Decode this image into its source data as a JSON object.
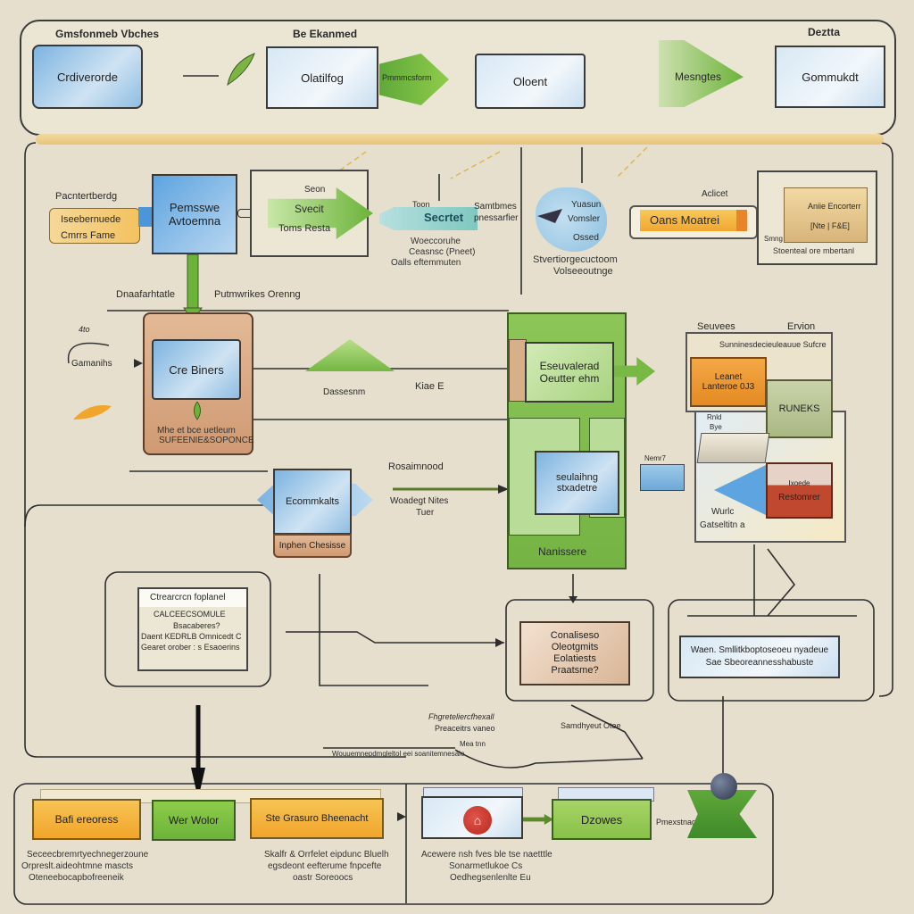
{
  "top_band": {
    "headings": [
      "Gmsfonmeb Vbches",
      "Be Ekanmed",
      "Deztta"
    ],
    "boxes": [
      "Crdiverorde",
      "Olatilfog",
      "Oloent",
      "Gommukdt"
    ],
    "arrow_labels": [
      "Pmmmcsform",
      "Mesngtes"
    ]
  },
  "row2": {
    "left_tag": {
      "title": "Pacntertberdg",
      "line1": "Iseebernuede",
      "line2": "Cmrrs Fame"
    },
    "cube": {
      "line1": "Pemsswe",
      "line2": "Avtoemna"
    },
    "process_box": {
      "label_top": "Seon",
      "line1": "Svecit",
      "line2": "Toms Resta"
    },
    "secret": {
      "label_top": "Toon",
      "title": "Secrtet",
      "side": "Samtbmes",
      "side2": "pnessarfier",
      "cap1": "Woeccoruhe",
      "cap2": "Ceasnsc (Pneet)",
      "cap3": "Oalls eftemmuten"
    },
    "cloud": {
      "line1": "Yuasun",
      "line2": "Vomsler",
      "line3": "Ossed",
      "cap1": "Stvertiorgecuctoom",
      "cap2": "Volseeoutnge"
    },
    "bar": {
      "label_top": "Aclicet",
      "title": "Oans Moatrei"
    },
    "stack": {
      "line1": "Aniie Encorterr",
      "line2": "[Nte | F&E]",
      "side": "Smng",
      "caption": "Stoenteal ore mbertanl"
    }
  },
  "row3": {
    "line_labels": [
      "Dnaafarhtatle",
      "Putmwrikes Orenng"
    ],
    "left_annot": [
      "4to",
      "Gamanihs"
    ],
    "center_box": "Cre Biners",
    "center_caption": [
      "Mhe et bce uetleum",
      "SUFEENIE&SOPONCE"
    ],
    "green_shape_labels": [
      "Dassesnm",
      "Kiae E"
    ],
    "green_panel": {
      "top": "Eseuvalerad",
      "top2": "Oeutter ehm",
      "inner": "seulaihng",
      "inner2": "stxadetre",
      "bottom": "Nanissere"
    },
    "device_label": "Nemr7",
    "right_stack": {
      "head_left": "Seuvees",
      "head_right": "Ervion",
      "sub": "Sunninesdecieuleauue Sufcre",
      "orange1": "Leanet",
      "orange2": "Lanteroe 0J3",
      "olive": "RUNEKS",
      "red_small": "Ixoede",
      "red": "Restomrer",
      "white1": "Rnld",
      "white2": "Bye",
      "blue1": "Wurlc",
      "blue2": "Gatseltitn a"
    }
  },
  "row4": {
    "blue_box": "Ecommkalts",
    "blue_sub": "Inphen Chesisse",
    "right_label": "Rosaimnood",
    "line_label": "Woadegt Nites",
    "line_label2": "Tuer"
  },
  "row5": {
    "note": {
      "title": "Ctrearcrcn foplanel",
      "l1": "CALCEECSOMULE",
      "l2": "Bsacaberes?",
      "l3": "Daent KEDRLB Omnicedt C",
      "l4": "Gearet orober : s Esaoerins"
    },
    "tan_box": [
      "Conaliseso",
      "Oleotgmits",
      "Eolatiests",
      "Praatsme?"
    ],
    "blue_bar": [
      "Waen. Smllitkboptoseoeu nyadeue",
      "Sae Sbeoreannesshabuste"
    ]
  },
  "row6": {
    "labels": [
      "Fhgreteliercfhexall",
      "Preaceitrs vaneo",
      "Samdhyeut Otee",
      "Mea tnn",
      "Wouuemnepdmgleltol eei soanitemnesaie"
    ]
  },
  "bottom": {
    "boxes": [
      "Bafi ereoress",
      "Wer Wolor",
      "Ste Grasuro Bheenacht",
      "Dzowes"
    ],
    "caps_left": [
      "Seceecbremrtyechnegerzoune",
      "Orpreslt.aideohtmne mascts",
      "Oteneebocapbofreeneik"
    ],
    "caps_mid": [
      "Skalfr & Orrfelet eipdunc Bluelh",
      "egsdeont eefterume fnpcefte",
      "oastr Soreoocs"
    ],
    "caps_right": [
      "Acewere nsh fves ble tse naetttle",
      "Sonarmetlukoe Cs",
      "Oedhegsenlenlte Eu"
    ],
    "arrow_label": "Pmexstnag",
    "icons": [
      "home-icon",
      "plug-icon"
    ]
  },
  "colors": {
    "background": "#e6dfcd",
    "blue": "#7db4e0",
    "green": "#6cb33a",
    "orange": "#f1a52b",
    "tan": "#cf9a73",
    "red": "#c43a2e"
  }
}
